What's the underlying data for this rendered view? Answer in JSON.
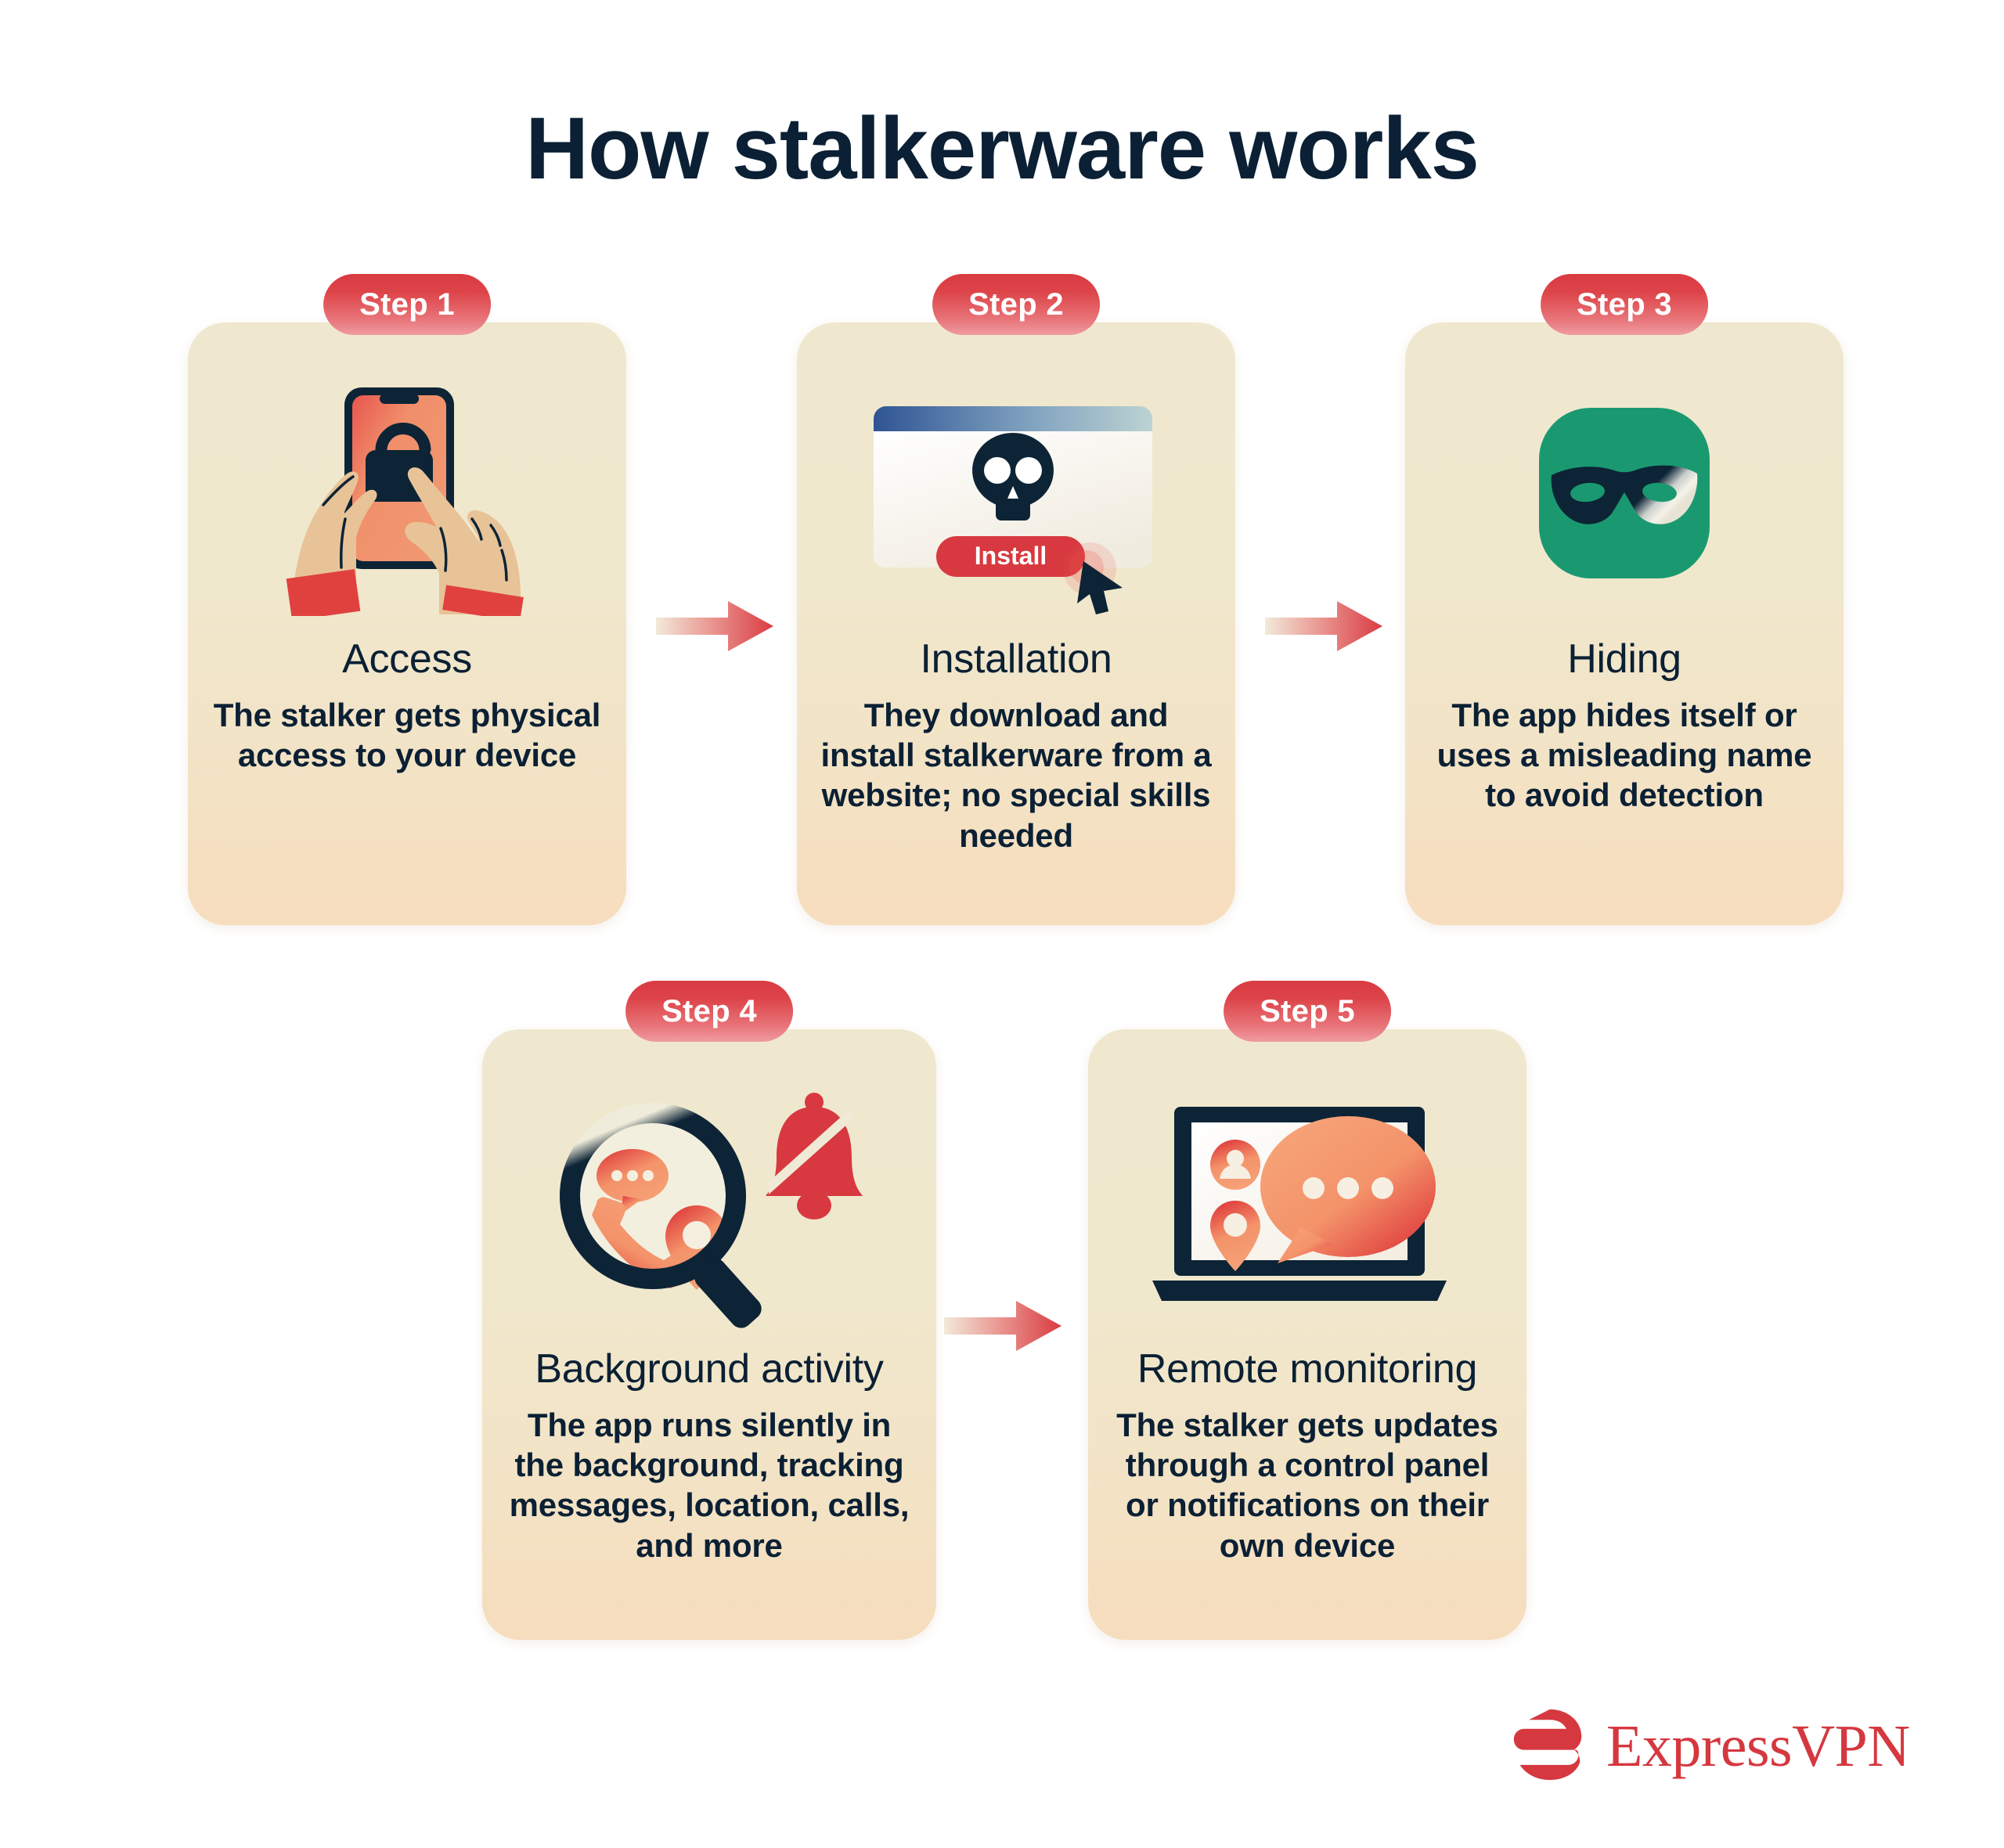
{
  "page": {
    "title": "How stalkerware works",
    "background": "#ffffff",
    "title_color": "#0b2034"
  },
  "theme": {
    "accent_red": "#d93b42",
    "badge_gradient_from": "#d93b42",
    "badge_gradient_to": "#ef9ca0",
    "card_gradient_from": "#efe8ce",
    "card_gradient_to": "#f6ddbd",
    "text_dark": "#0b2034",
    "skin": "#e8c398",
    "orange": "#f4936a",
    "green": "#1a9971"
  },
  "steps": [
    {
      "badge": "Step 1",
      "title": "Access",
      "description": "The stalker gets physical access to your device",
      "icon": "hands-holding-phone-unlock-icon"
    },
    {
      "badge": "Step 2",
      "title": "Installation",
      "description": "They download and install stalkerware from a website; no special skills needed",
      "icon": "browser-window-skull-install-icon",
      "install_button_label": "Install"
    },
    {
      "badge": "Step 3",
      "title": "Hiding",
      "description": "The app hides itself or uses a misleading name to avoid detection",
      "icon": "app-tile-mask-icon"
    },
    {
      "badge": "Step 4",
      "title": "Background activity",
      "description": "The app runs silently in the background, tracking messages, location, calls, and more",
      "icon": "magnifier-with-bell-muted-icon"
    },
    {
      "badge": "Step 5",
      "title": "Remote monitoring",
      "description": "The stalker gets updates through a control panel or notifications on their own device",
      "icon": "laptop-chat-bubble-icon"
    }
  ],
  "arrows": [
    {
      "name": "arrow-step1-to-step2"
    },
    {
      "name": "arrow-step2-to-step3"
    },
    {
      "name": "arrow-step4-to-step5"
    }
  ],
  "brand": {
    "name": "ExpressVPN",
    "color": "#d5383f",
    "mark": "expressvpn-logo-mark"
  }
}
